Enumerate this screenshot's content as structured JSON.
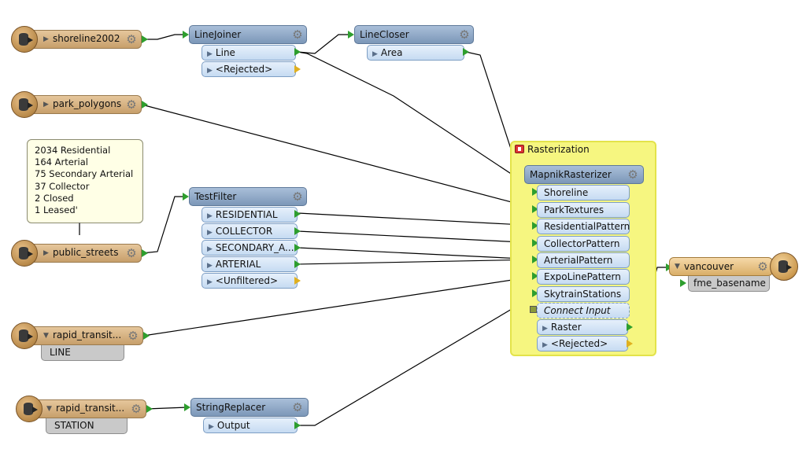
{
  "readers": {
    "shoreline": {
      "label": "shoreline2002"
    },
    "park": {
      "label": "park_polygons"
    },
    "streets": {
      "label": "public_streets"
    },
    "transit_line": {
      "label": "rapid_transit...",
      "attr": "LINE"
    },
    "transit_station": {
      "label": "rapid_transit...",
      "attr": "STATION"
    }
  },
  "note": {
    "lines": [
      "2034 Residential",
      "164 Arterial",
      "75 Secondary Arterial",
      "37 Collector",
      "2 Closed",
      "1 Leased'"
    ]
  },
  "line_joiner": {
    "title": "LineJoiner",
    "ports": [
      "Line",
      "<Rejected>"
    ]
  },
  "line_closer": {
    "title": "LineCloser",
    "ports": [
      "Area"
    ]
  },
  "test_filter": {
    "title": "TestFilter",
    "ports": [
      "RESIDENTIAL",
      "COLLECTOR",
      "SECONDARY_A...",
      "ARTERIAL",
      "<Unfiltered>"
    ]
  },
  "string_replacer": {
    "title": "StringReplacer",
    "ports": [
      "Output"
    ]
  },
  "bookmark": {
    "title": "Rasterization"
  },
  "rasterizer": {
    "title": "MapnikRasterizer",
    "inputs": [
      "Shoreline",
      "ParkTextures",
      "ResidentialPattern",
      "CollectorPattern",
      "ArterialPattern",
      "ExpoLinePattern",
      "SkytrainStations"
    ],
    "connect_input": "Connect Input",
    "outputs": [
      "Raster",
      "<Rejected>"
    ]
  },
  "writer": {
    "label": "vancouver",
    "attr": "fme_basename"
  },
  "colors": {
    "wire": "#000000",
    "port_green": "#2e9e2e",
    "port_yellow": "#e0b020",
    "bookmark": "#f6f680"
  }
}
